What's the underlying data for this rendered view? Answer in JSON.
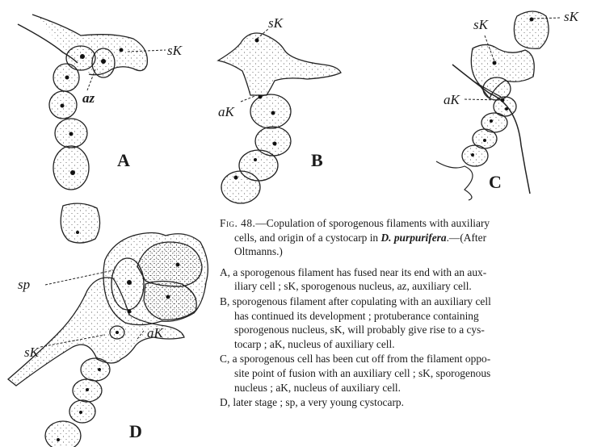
{
  "figure": {
    "labels": {
      "A_sK": "sK",
      "A_az": "az",
      "B_sK": "sK",
      "B_aK": "aK",
      "C_sK1": "sK",
      "C_sK2": "sK",
      "C_aK": "aK",
      "D_sp": "sp",
      "D_sK": "sK",
      "D_aK": "aK"
    },
    "panels": {
      "A": "A",
      "B": "B",
      "C": "C",
      "D": "D"
    }
  },
  "caption": {
    "fig_label": "Fig. 48.",
    "title_line1": "—Copulation of sporogenous filaments with auxiliary",
    "title_line2a": "cells, and origin of a cystocarp in ",
    "title_species": "D. purpurifera",
    "title_line2b": ".—(After",
    "title_line3": "Oltmanns.)",
    "items": [
      {
        "letter": "A",
        "line1": ", a sporogenous filament has fused near its end with an aux-",
        "line2": "iliary cell ; sK, sporogenous nucleus, az, auxiliary cell."
      },
      {
        "letter": "B",
        "line1": ", sporogenous filament after copulating with an auxiliary cell",
        "line2": "has continued its development ; protuberance containing",
        "line3": "sporogenous nucleus, sK, will probably give rise to a cys-",
        "line4": "tocarp ; aK, nucleus of auxiliary cell."
      },
      {
        "letter": "C",
        "line1": ", a sporogenous cell has been cut off from the filament oppo-",
        "line2": "site point of fusion with an auxiliary cell ; sK, sporogenous",
        "line3": "nucleus ; aK, nucleus of auxiliary cell."
      },
      {
        "letter": "D",
        "line1": ", later stage ; sp, a very young cystocarp."
      }
    ]
  }
}
